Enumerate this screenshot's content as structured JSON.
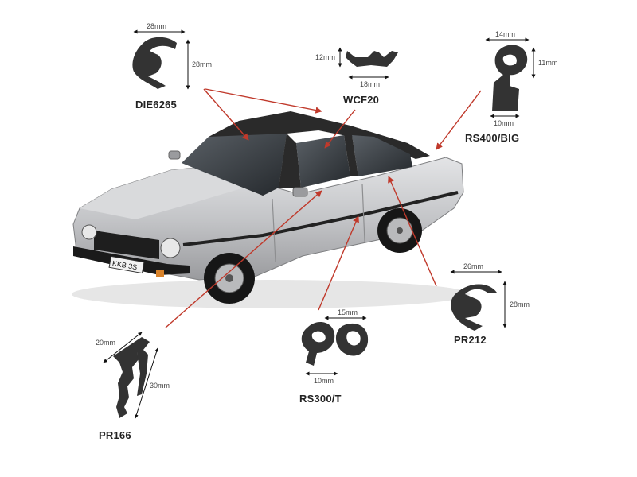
{
  "seals": [
    {
      "code": "DIE6265",
      "dims": [
        "28mm",
        "28mm"
      ]
    },
    {
      "code": "WCF20",
      "dims": [
        "12mm",
        "18mm"
      ]
    },
    {
      "code": "RS400/BIG",
      "dims": [
        "14mm",
        "11mm",
        "10mm"
      ]
    },
    {
      "code": "PR212",
      "dims": [
        "26mm",
        "28mm"
      ]
    },
    {
      "code": "RS300/T",
      "dims": [
        "15mm",
        "10mm"
      ]
    },
    {
      "code": "PR166",
      "dims": [
        "20mm",
        "30mm"
      ]
    }
  ],
  "car": {
    "plate_text": "KKB 3S"
  },
  "colors": {
    "leader_line": "#c0392b",
    "seal_rubber": "#333333",
    "car_body": "#c8c9cb",
    "car_roof": "#2a2a2a"
  }
}
